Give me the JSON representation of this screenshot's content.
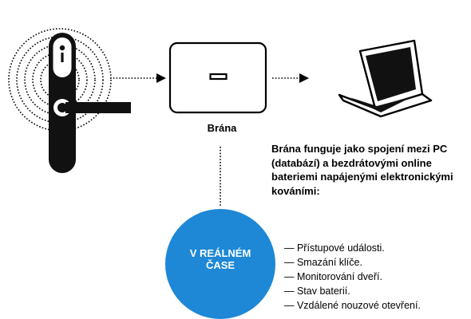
{
  "gateway": {
    "label": "Brána"
  },
  "description": "Brána funguje jako spojení mezi PC (databází) a bezdrátovými online bateriemi napájenými elektronickými kováními:",
  "realtime": {
    "text": "V REÁLNÉM ČASE"
  },
  "features": [
    "— Přístupové události.",
    "— Smazání klíče.",
    "— Monitorování dveří.",
    "— Stav baterií.",
    "— Vzdálené nouzové otevření."
  ],
  "colors": {
    "accent": "#1e88d6",
    "line": "#000000"
  },
  "icons": [
    "door-handle-icon",
    "wireless-signal-icon",
    "gateway-device-icon",
    "laptop-icon"
  ]
}
